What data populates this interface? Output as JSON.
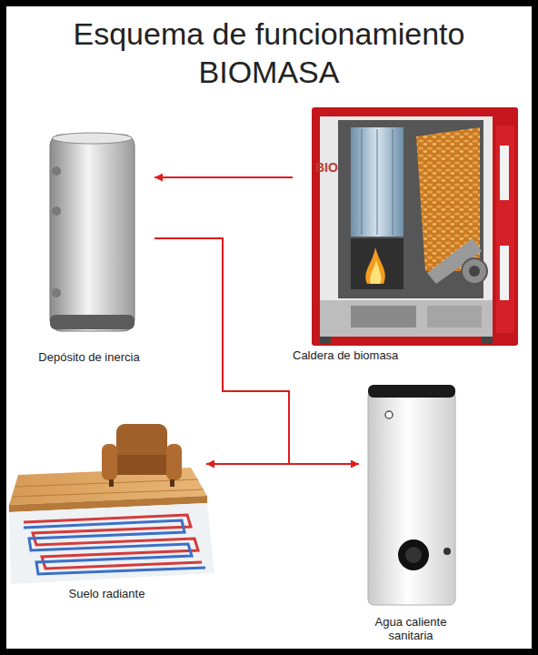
{
  "diagram": {
    "title": "Esquema de funcionamiento BIOMASA",
    "nodes": [
      {
        "text": [
          "Depósito de inercia"
        ]
      },
      {
        "text": [
          "Caldera de biomasa"
        ]
      },
      {
        "text": [
          "Suelo radiante"
        ]
      },
      {
        "text": [
          "Agua caliente sanitaria"
        ]
      }
    ],
    "edges": [
      {
        "from": 1,
        "to": 0,
        "arrow": "to"
      },
      {
        "from": 0,
        "to": 2,
        "arrow": "to"
      },
      {
        "from": 0,
        "to": 3,
        "arrow": "to"
      }
    ],
    "labels": [
      "BIO"
    ]
  }
}
